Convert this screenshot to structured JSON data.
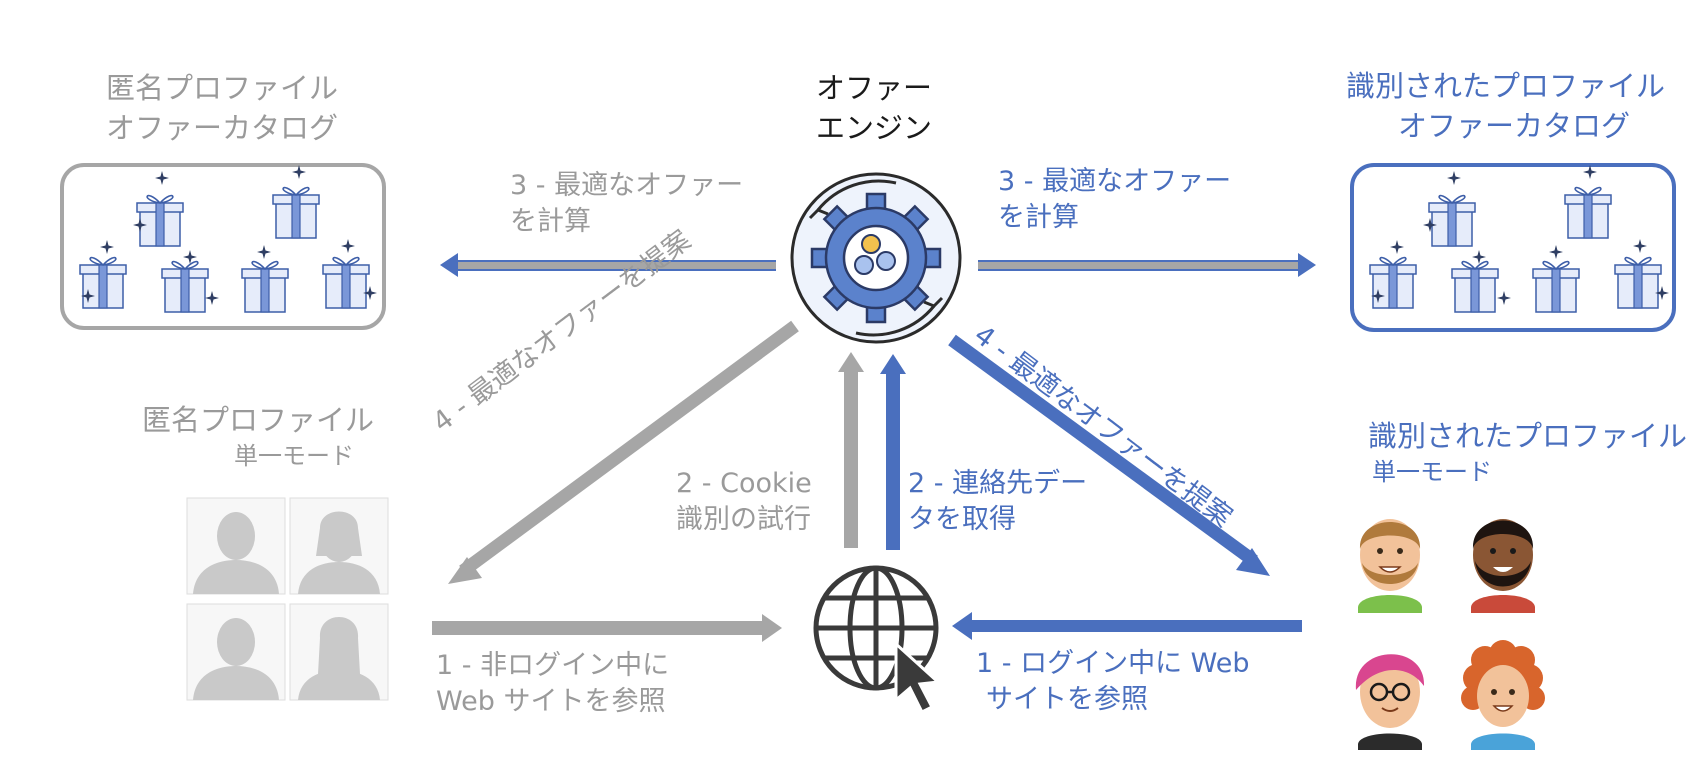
{
  "anon_catalog": {
    "line1": "匿名プロファイル",
    "line2": "オファーカタログ"
  },
  "known_catalog": {
    "line1": "識別されたプロファイル",
    "line2": "オファーカタログ"
  },
  "engine": {
    "line1": "オファー",
    "line2": "エンジン"
  },
  "anon_profile": {
    "title": "匿名プロファイル",
    "subtitle": "単一モード"
  },
  "known_profile": {
    "title": "識別されたプロファイル",
    "subtitle": "単一モード"
  },
  "steps": {
    "left_compute": {
      "line1": "3 - 最適なオファー",
      "line2": "を計算"
    },
    "right_compute": {
      "line1": "3 - 最適なオファー",
      "line2": "を計算"
    },
    "left_propose": "4 - 最適なオファーを提案",
    "right_propose": "4 - 最適なオファーを提案",
    "cookie": {
      "line1": "2 - Cookie",
      "line2": "識別の試行"
    },
    "contact": {
      "line1": "2 - 連絡先デー",
      "line2": "タを取得"
    },
    "anon_browse": {
      "line1": "1 - 非ログイン中に",
      "line2": "Web サイトを参照"
    },
    "known_browse": {
      "line1": "1 - ログイン中に Web",
      "line2": "サイトを参照"
    }
  },
  "colors": {
    "blue": "#4a6fbe",
    "gray": "#9a9a9a",
    "light_blue": "#e8eefb"
  }
}
